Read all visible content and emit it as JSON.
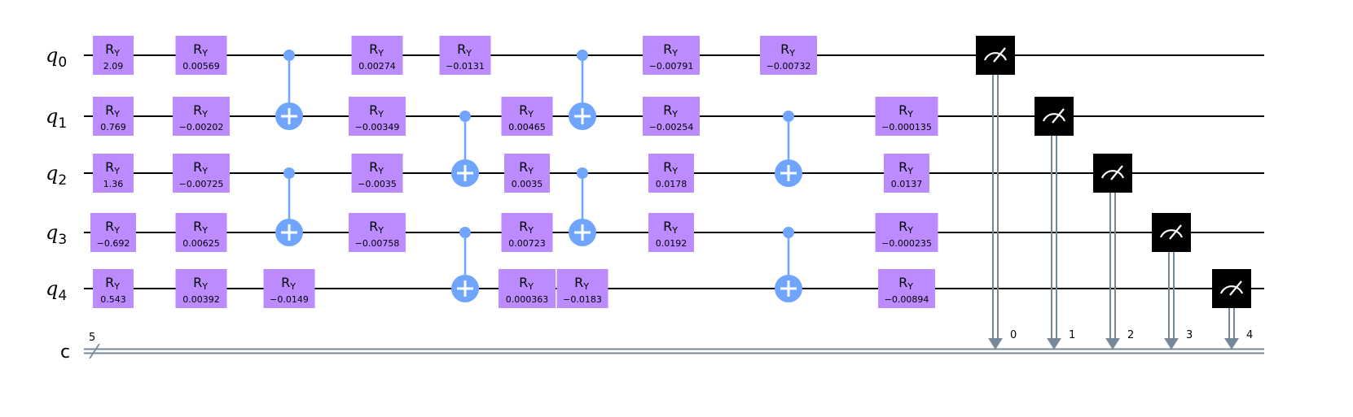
{
  "colors": {
    "rotation_gate": "#bb8bff",
    "cnot": "#6fa4ff",
    "measure_box": "#000000",
    "classical_wire": "#778899",
    "quantum_wire": "#000000"
  },
  "qubits": [
    {
      "letter": "q",
      "index": "0"
    },
    {
      "letter": "q",
      "index": "1"
    },
    {
      "letter": "q",
      "index": "2"
    },
    {
      "letter": "q",
      "index": "3"
    },
    {
      "letter": "q",
      "index": "4"
    }
  ],
  "classical_register": {
    "label": "c",
    "size": "5"
  },
  "gate_label": {
    "main": "R",
    "sub": "Y"
  },
  "ry_gates": [
    {
      "qubit": 0,
      "column": 0,
      "param": "2.09"
    },
    {
      "qubit": 1,
      "column": 0,
      "param": "0.769"
    },
    {
      "qubit": 2,
      "column": 0,
      "param": "1.36"
    },
    {
      "qubit": 3,
      "column": 0,
      "param": "−0.692"
    },
    {
      "qubit": 4,
      "column": 0,
      "param": "0.543"
    },
    {
      "qubit": 0,
      "column": 1,
      "param": "0.00569"
    },
    {
      "qubit": 1,
      "column": 1,
      "param": "−0.00202"
    },
    {
      "qubit": 2,
      "column": 1,
      "param": "−0.00725"
    },
    {
      "qubit": 3,
      "column": 1,
      "param": "0.00625"
    },
    {
      "qubit": 4,
      "column": 1,
      "param": "0.00392"
    },
    {
      "qubit": 4,
      "column": 2,
      "param": "−0.0149"
    },
    {
      "qubit": 0,
      "column": 3,
      "param": "0.00274"
    },
    {
      "qubit": 1,
      "column": 3,
      "param": "−0.00349"
    },
    {
      "qubit": 2,
      "column": 3,
      "param": "−0.0035"
    },
    {
      "qubit": 3,
      "column": 3,
      "param": "−0.00758"
    },
    {
      "qubit": 0,
      "column": 4,
      "param": "−0.0131"
    },
    {
      "qubit": 1,
      "column": 5,
      "param": "0.00465"
    },
    {
      "qubit": 2,
      "column": 5,
      "param": "0.0035"
    },
    {
      "qubit": 3,
      "column": 5,
      "param": "0.00723"
    },
    {
      "qubit": 4,
      "column": 5,
      "param": "0.000363"
    },
    {
      "qubit": 4,
      "column": 6,
      "param": "−0.0183"
    },
    {
      "qubit": 0,
      "column": 7,
      "param": "−0.00791"
    },
    {
      "qubit": 1,
      "column": 7,
      "param": "−0.00254"
    },
    {
      "qubit": 2,
      "column": 7,
      "param": "0.0178"
    },
    {
      "qubit": 3,
      "column": 7,
      "param": "0.0192"
    },
    {
      "qubit": 0,
      "column": 8,
      "param": "−0.00732"
    },
    {
      "qubit": 1,
      "column": 9,
      "param": "−0.000135"
    },
    {
      "qubit": 2,
      "column": 9,
      "param": "0.0137"
    },
    {
      "qubit": 3,
      "column": 9,
      "param": "−0.000235"
    },
    {
      "qubit": 4,
      "column": 9,
      "param": "−0.00894"
    }
  ],
  "cnots": [
    {
      "column": 2,
      "control": 0,
      "target": 1
    },
    {
      "column": 2,
      "control": 2,
      "target": 3
    },
    {
      "column": 4,
      "control": 1,
      "target": 2
    },
    {
      "column": 4,
      "control": 3,
      "target": 4
    },
    {
      "column": 6,
      "control": 0,
      "target": 1
    },
    {
      "column": 6,
      "control": 2,
      "target": 3
    },
    {
      "column": 8,
      "control": 1,
      "target": 2
    },
    {
      "column": 8,
      "control": 3,
      "target": 4
    }
  ],
  "measurements": [
    {
      "qubit": 0,
      "bit": "0"
    },
    {
      "qubit": 1,
      "bit": "1"
    },
    {
      "qubit": 2,
      "bit": "2"
    },
    {
      "qubit": 3,
      "bit": "3"
    },
    {
      "qubit": 4,
      "bit": "4"
    }
  ]
}
